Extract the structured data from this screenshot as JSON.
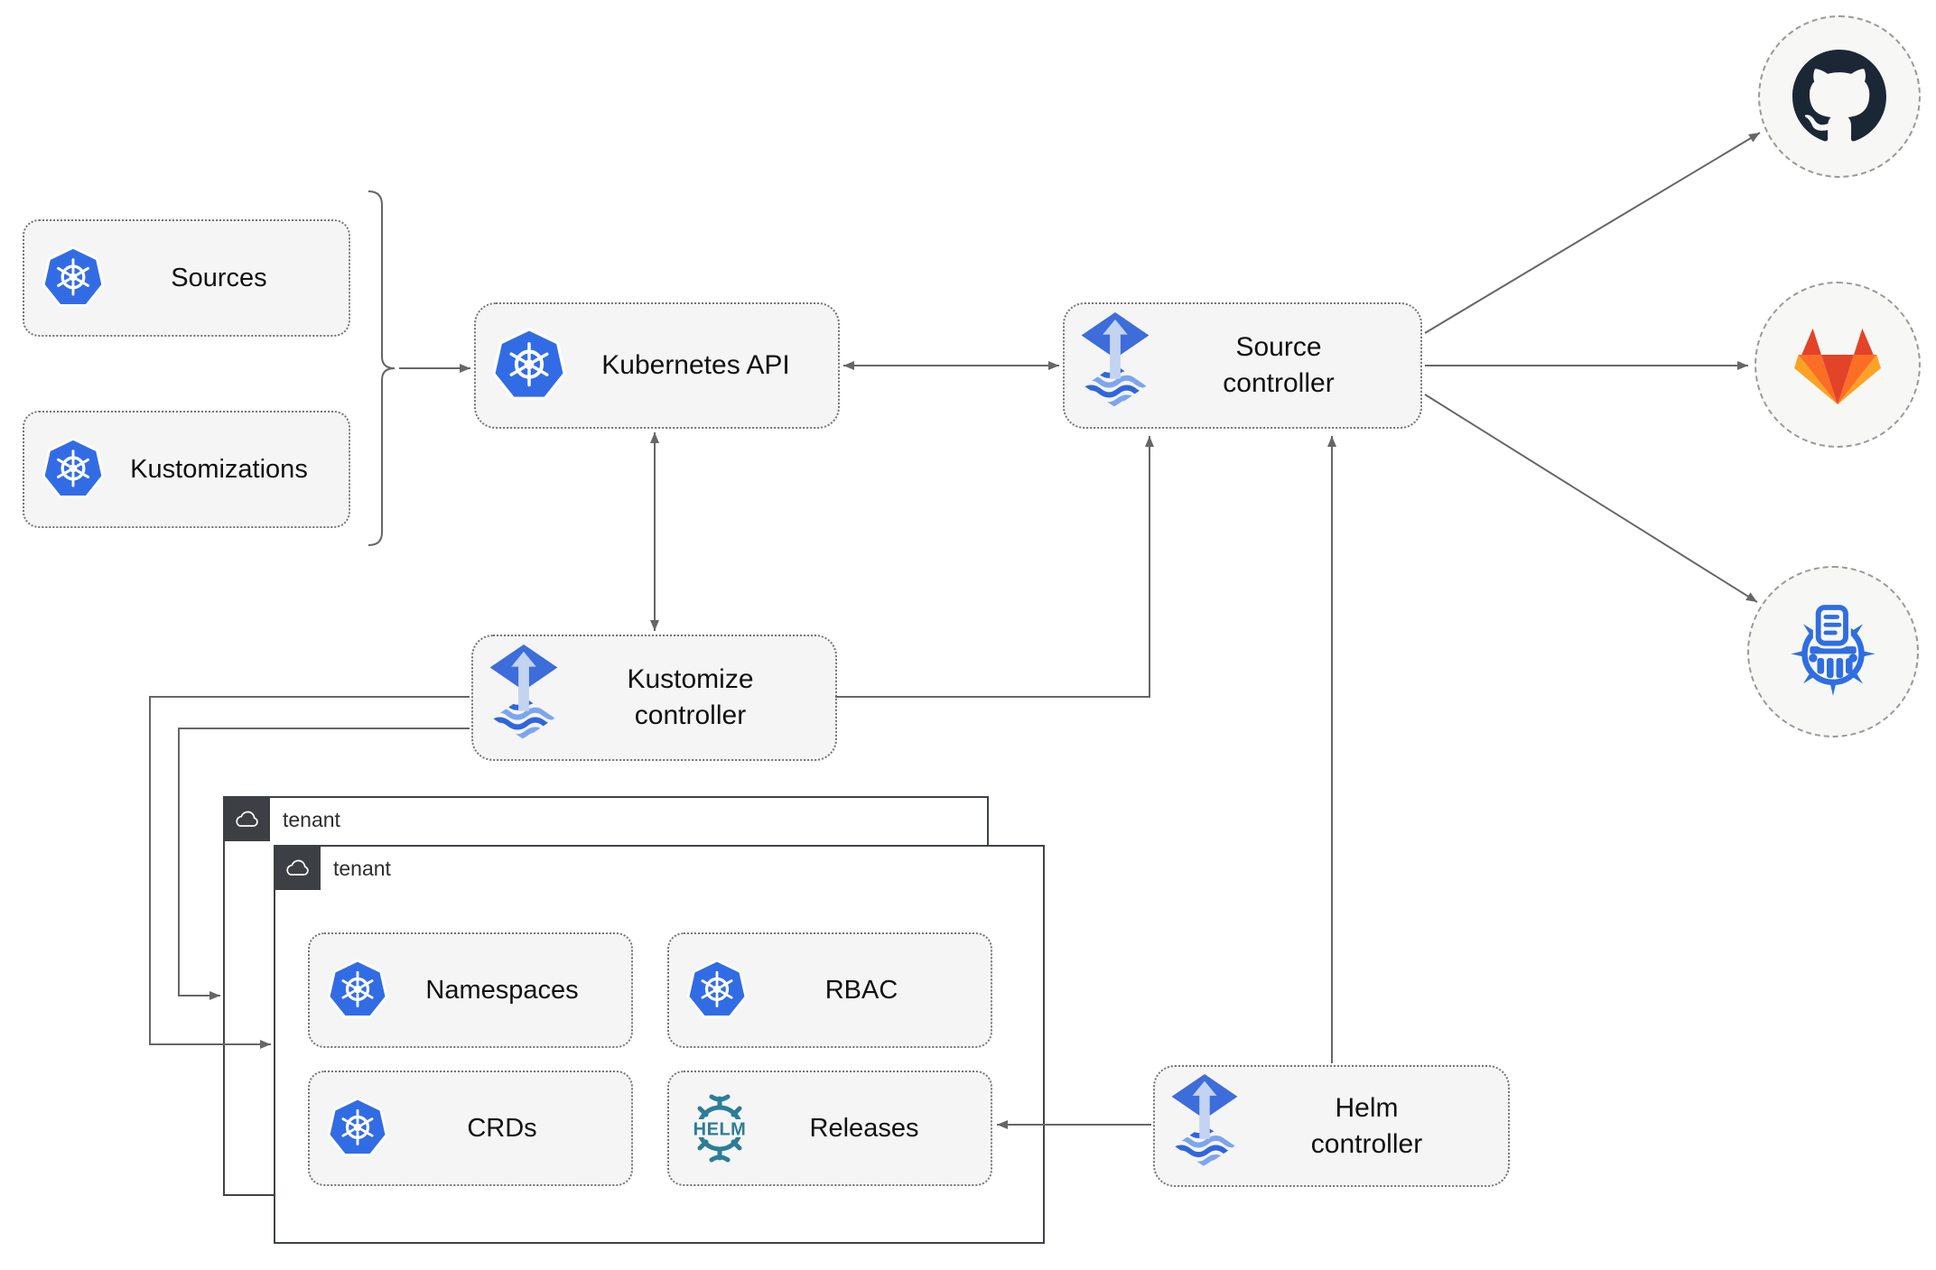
{
  "nodes": {
    "sources": {
      "label": "Sources"
    },
    "kustomizations": {
      "label": "Kustomizations"
    },
    "kubernetes_api": {
      "label": "Kubernetes API"
    },
    "source_controller": {
      "line1": "Source",
      "line2": "controller"
    },
    "kustomize_controller": {
      "line1": "Kustomize",
      "line2": "controller"
    },
    "helm_controller": {
      "line1": "Helm",
      "line2": "controller"
    },
    "tenant_outer": {
      "label": "tenant"
    },
    "tenant_inner": {
      "label": "tenant"
    },
    "namespaces": {
      "label": "Namespaces"
    },
    "rbac": {
      "label": "RBAC"
    },
    "crds": {
      "label": "CRDs"
    },
    "releases": {
      "label": "Releases"
    }
  },
  "icons": {
    "kubernetes": "kubernetes-logo",
    "flux": "flux-logo",
    "helm": "helm-logo",
    "helm_wordmark": "HELM",
    "github": "github-logo",
    "gitlab": "gitlab-logo",
    "chart_repository": "chartmuseum-logo",
    "cloud": "cloud-icon"
  },
  "colors": {
    "kubernetes_blue": "#326CE5",
    "flux_blue": "#3D6CDB",
    "flux_arrow_light": "#C3D3F1",
    "helm_teal": "#2C7D95",
    "chartmuseum_blue": "#2F6DE1",
    "github_dark": "#1B2734",
    "gitlab_red": "#E24329",
    "gitlab_orange": "#FC6D26",
    "gitlab_yellow": "#FCA326",
    "node_fill": "#F5F5F5",
    "connector_gray": "#666666",
    "tenant_badge_dark": "#3C4045"
  }
}
